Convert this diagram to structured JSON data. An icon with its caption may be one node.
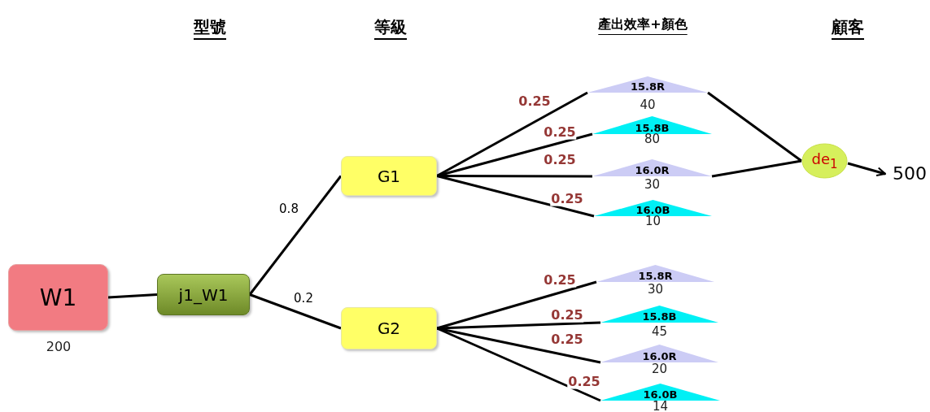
{
  "diagram": {
    "nodes": [
      {
        "text": [
          "W1"
        ],
        "beside": [
          "200"
        ]
      },
      {
        "text": [
          "j1_W1"
        ]
      },
      {
        "text": [
          "G1"
        ]
      },
      {
        "text": [
          "G2"
        ]
      },
      {
        "text": [
          "15.8R"
        ],
        "beside": [
          "40"
        ]
      },
      {
        "text": [
          "15.8B"
        ],
        "beside": [
          "80"
        ]
      },
      {
        "text": [
          "16.0R"
        ],
        "beside": [
          "30"
        ]
      },
      {
        "text": [
          "16.0B"
        ],
        "beside": [
          "10"
        ]
      },
      {
        "text": [
          "15.8R"
        ],
        "beside": [
          "30"
        ]
      },
      {
        "text": [
          "15.8B"
        ],
        "beside": [
          "45"
        ]
      },
      {
        "text": [
          "16.0R"
        ],
        "beside": [
          "20"
        ]
      },
      {
        "text": [
          "16.0B"
        ],
        "beside": [
          "14"
        ]
      },
      {
        "text": [
          "de$_{1}$"
        ]
      },
      {
        "text": [
          "500"
        ]
      }
    ],
    "edges": [
      {
        "from": 0,
        "to": 1,
        "arrow": "none"
      },
      {
        "from": 1,
        "to": 2,
        "arrow": "none",
        "label": "0.8"
      },
      {
        "from": 1,
        "to": 3,
        "arrow": "none",
        "label": "0.2"
      },
      {
        "from": 2,
        "to": 4,
        "arrow": "none",
        "label": "0.25"
      },
      {
        "from": 2,
        "to": 5,
        "arrow": "none",
        "label": "0.25"
      },
      {
        "from": 2,
        "to": 6,
        "arrow": "none",
        "label": "0.25"
      },
      {
        "from": 2,
        "to": 7,
        "arrow": "none",
        "label": "0.25"
      },
      {
        "from": 3,
        "to": 8,
        "arrow": "none",
        "label": "0.25"
      },
      {
        "from": 3,
        "to": 9,
        "arrow": "none",
        "label": "0.25"
      },
      {
        "from": 3,
        "to": 10,
        "arrow": "none",
        "label": "0.25"
      },
      {
        "from": 3,
        "to": 11,
        "arrow": "none",
        "label": "0.25"
      },
      {
        "from": 4,
        "to": 12,
        "arrow": "none"
      },
      {
        "from": 6,
        "to": 12,
        "arrow": "none"
      },
      {
        "from": 12,
        "to": 13,
        "arrow": "to"
      }
    ],
    "labels": [
      "型號",
      "等級",
      "產出效率+顏色",
      "顧客"
    ]
  }
}
